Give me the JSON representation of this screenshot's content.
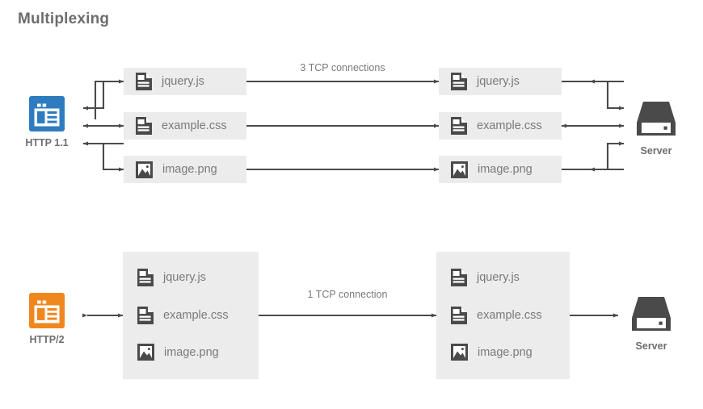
{
  "title": "Multiplexing",
  "colors": {
    "http11_blue": "#2E7CBF",
    "http2_orange": "#F0871E",
    "file_box_gray": "#ECECEC",
    "icon_dark": "#4A4A4A",
    "text_gray": "#7A7A7A",
    "title_gray": "#6D6D6D",
    "arrow_gray": "#4A4A4A",
    "background": "#FFFFFF"
  },
  "sections": [
    {
      "id": "http11",
      "client": {
        "label": "HTTP 1.1",
        "icon": "browser-window-icon",
        "color": "#2E7CBF"
      },
      "server": {
        "label": "Server",
        "icon": "server-icon"
      },
      "connection_label": "3 TCP connections",
      "connection_count": 3,
      "layout": "separate-boxes",
      "files": [
        {
          "name": "jquery.js",
          "icon": "document-icon"
        },
        {
          "name": "example.css",
          "icon": "document-icon"
        },
        {
          "name": "image.png",
          "icon": "image-file-icon"
        }
      ]
    },
    {
      "id": "http2",
      "client": {
        "label": "HTTP/2",
        "icon": "browser-window-icon",
        "color": "#F0871E"
      },
      "server": {
        "label": "Server",
        "icon": "server-icon"
      },
      "connection_label": "1 TCP connection",
      "connection_count": 1,
      "layout": "single-block",
      "files": [
        {
          "name": "jquery.js",
          "icon": "document-icon"
        },
        {
          "name": "example.css",
          "icon": "document-icon"
        },
        {
          "name": "image.png",
          "icon": "image-file-icon"
        }
      ]
    }
  ]
}
